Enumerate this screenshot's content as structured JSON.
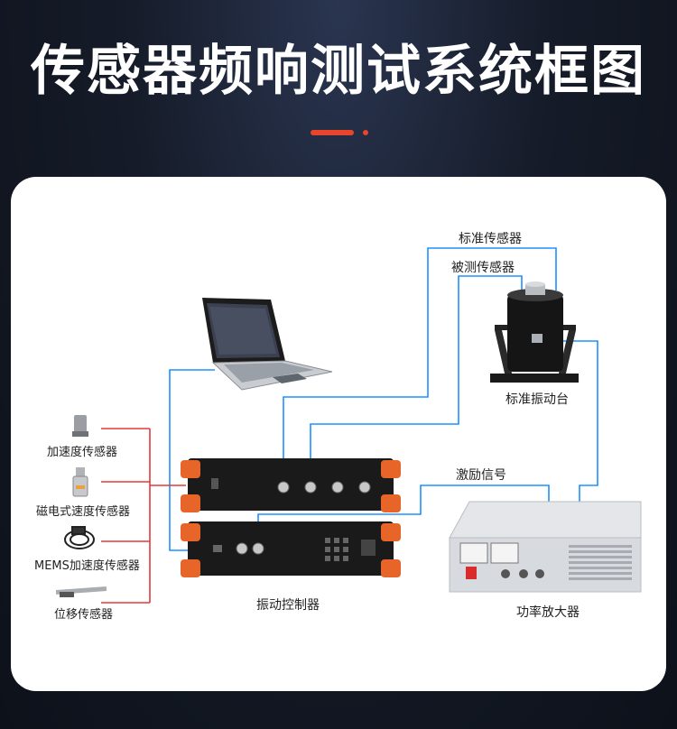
{
  "title": "传感器频响测试系统框图",
  "colors": {
    "accent": "#e8452c",
    "signal_line": "#1e90ff",
    "sensor_line": "#e23a3a",
    "panel_bg": "#ffffff",
    "device_orange": "#e8652a"
  },
  "labels": {
    "standard_sensor": "标准传感器",
    "tested_sensor": "被测传感器",
    "shaker": "标准振动台",
    "excitation_signal": "激励信号",
    "controller": "振动控制器",
    "amplifier": "功率放大器"
  },
  "sensors": [
    {
      "label": "加速度传感器",
      "icon": "accelerometer-icon"
    },
    {
      "label": "磁电式速度传感器",
      "icon": "velocity-sensor-icon"
    },
    {
      "label": "MEMS加速度传感器",
      "icon": "mems-sensor-icon"
    },
    {
      "label": "位移传感器",
      "icon": "displacement-sensor-icon"
    }
  ]
}
